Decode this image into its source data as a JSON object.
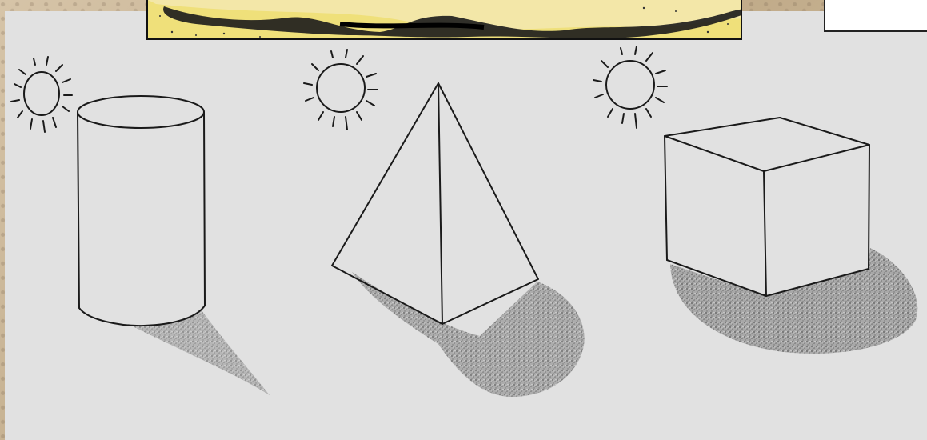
{
  "colors": {
    "background": "#e1e1e1",
    "frame": "#c9b79d",
    "banner_yellow": "#f0e06a",
    "ink": "#1a1a1a",
    "shadow": "#7a7a7a"
  },
  "figures": [
    {
      "shape": "cylinder",
      "light_source": "sun-icon",
      "has_cast_shadow": true
    },
    {
      "shape": "pyramid",
      "light_source": "sun-icon",
      "has_cast_shadow": true
    },
    {
      "shape": "cube",
      "light_source": "sun-icon",
      "has_cast_shadow": true
    }
  ]
}
